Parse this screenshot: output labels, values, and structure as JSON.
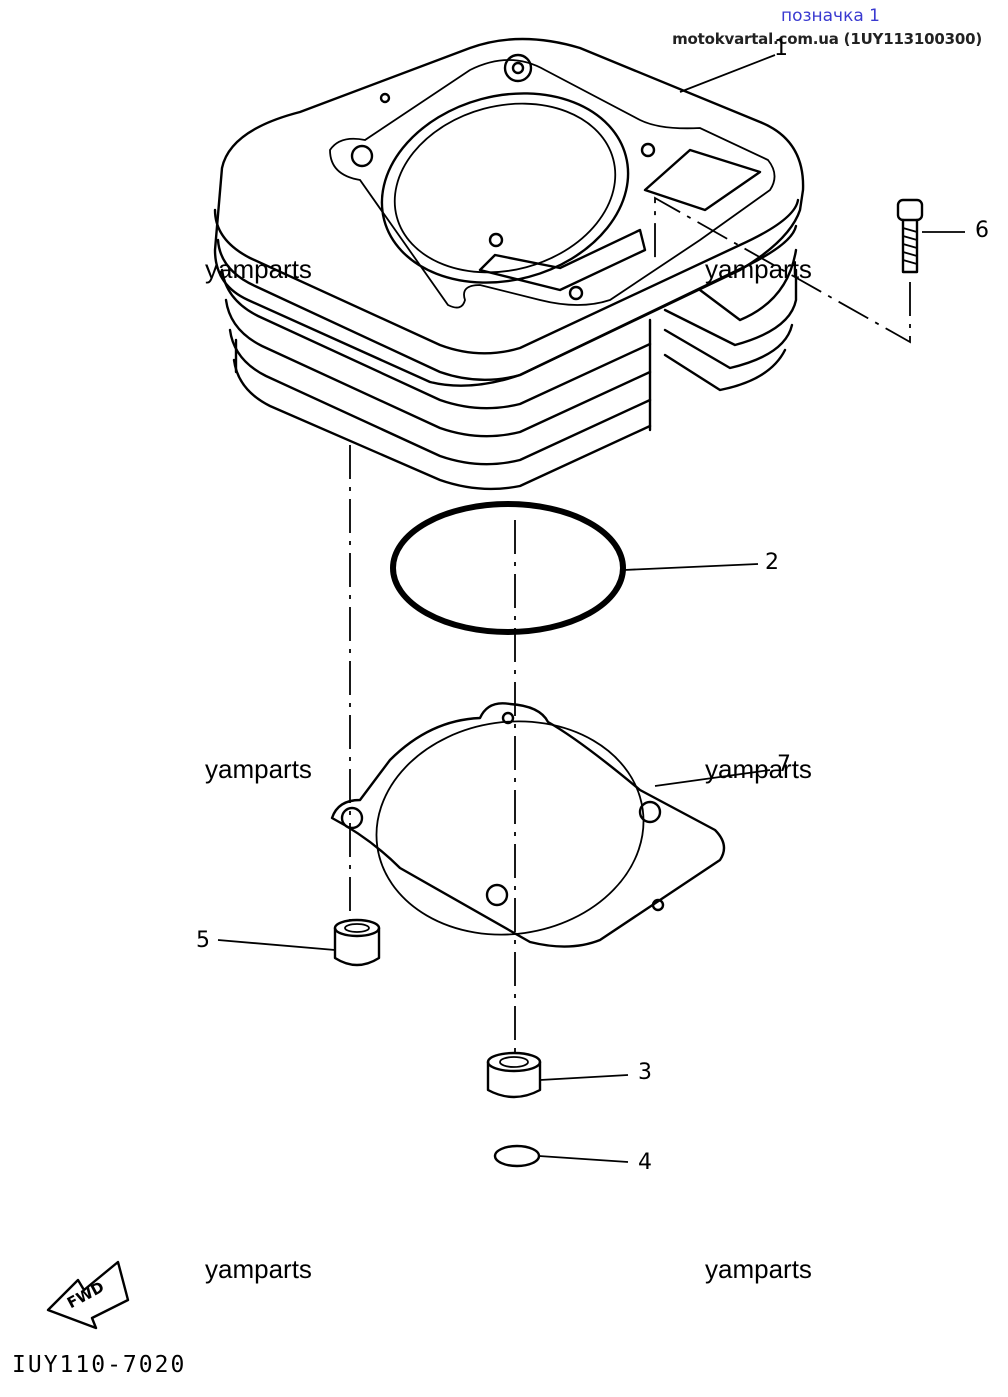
{
  "header": {
    "label": "позначка 1",
    "source": "motokvartal.com.ua (1UY113100300)"
  },
  "watermarks": [
    "yamparts",
    "yamparts",
    "yamparts",
    "yamparts",
    "yamparts",
    "yamparts"
  ],
  "callouts": {
    "c1": "1",
    "c2": "2",
    "c3": "3",
    "c4": "4",
    "c5": "5",
    "c6": "6",
    "c7": "7"
  },
  "fwd_label": "FWD",
  "diagram_code": "IUY110-7020"
}
